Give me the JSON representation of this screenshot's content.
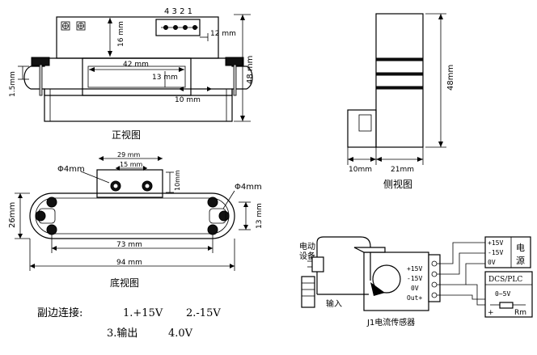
{
  "front_view": {
    "caption": "正视图",
    "pin_numbers": "4 3 2 1",
    "dim_16": "16 mm",
    "dim_12": "12 mm",
    "dim_42": "42 mm",
    "dim_13": "13 mm",
    "dim_10": "10 mm",
    "dim_48": "48 mm",
    "dim_1_5": "1.5mm"
  },
  "side_view": {
    "caption": "侧视图",
    "dim_48": "48mm",
    "dim_10": "10mm",
    "dim_21": "21mm"
  },
  "bottom_view": {
    "caption": "底视图",
    "dim_phi4_left": "Φ4mm",
    "dim_phi4_right": "Φ4mm",
    "dim_29": "29 mm",
    "dim_15": "15 mm",
    "dim_10": "10mm",
    "dim_26": "26mm",
    "dim_13": "13 mm",
    "dim_73": "73 mm",
    "dim_94": "94 mm"
  },
  "wiring": {
    "device_label_1": "电动",
    "device_label_2": "设备",
    "input_label": "输入",
    "sensor_label": "J1电流传感器",
    "pins": [
      "+15V",
      "-15V",
      "0V",
      "Out+"
    ],
    "psu_pins": [
      "+15V",
      "-15V",
      "0V"
    ],
    "psu_label_1": "电",
    "psu_label_2": "源",
    "dcs_label": "DCS/PLC",
    "range_label": "0~5V",
    "plus_sign": "+",
    "rm_label": "Rm"
  },
  "legend": {
    "line1_prefix": "副边连接:",
    "item1": "1.+15V",
    "item2": "2.-15V",
    "item3": "3.输出",
    "item4": "4.0V"
  }
}
